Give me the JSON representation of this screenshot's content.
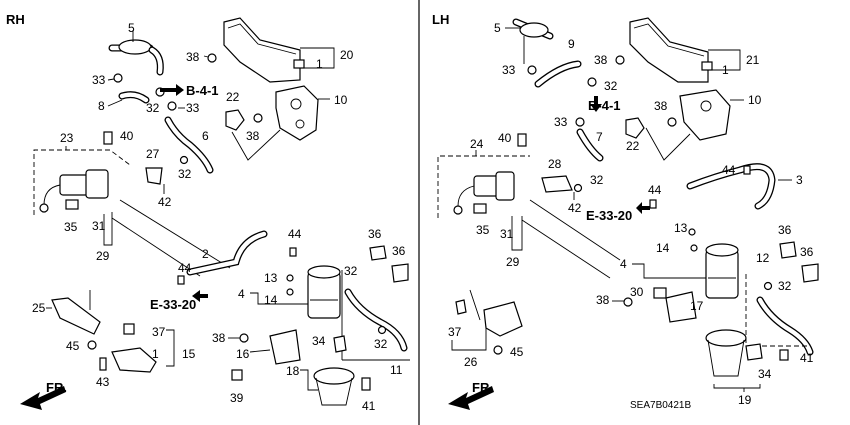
{
  "panels": {
    "rh": {
      "title": "RH"
    },
    "lh": {
      "title": "LH"
    }
  },
  "refs": {
    "b41_rh": "B-4-1",
    "e3320_rh": "E-33-20",
    "b41_lh": "B-4-1",
    "e3320_lh": "E-33-20"
  },
  "front_label": {
    "rh": "FR.",
    "lh": "FR."
  },
  "diagram_code": "SEA7B0421B",
  "callouts_rh": {
    "c5": "5",
    "c38a": "38",
    "c20": "20",
    "c1a": "1",
    "c33a": "33",
    "c33b": "33",
    "c8": "8",
    "c32a": "32",
    "c22": "22",
    "c38b": "38",
    "c10": "10",
    "c6": "6",
    "c23": "23",
    "c40": "40",
    "c27": "27",
    "c32b": "32",
    "c42": "42",
    "c35": "35",
    "c31": "31",
    "c29": "29",
    "c2": "2",
    "c44a": "44",
    "c44b": "44",
    "c36a": "36",
    "c36b": "36",
    "c32c": "32",
    "c4": "4",
    "c13": "13",
    "c14": "14",
    "c25": "25",
    "c37": "37",
    "c1b": "1",
    "c15": "15",
    "c45": "45",
    "c43": "43",
    "c38c": "38",
    "c16": "16",
    "c34": "34",
    "c18": "18",
    "c39": "39",
    "c41": "41",
    "c11": "11",
    "c32d": "32"
  },
  "callouts_lh": {
    "c5": "5",
    "c9": "9",
    "c38a": "38",
    "c21": "21",
    "c1": "1",
    "c33a": "33",
    "c32a": "32",
    "c38b": "38",
    "c10": "10",
    "c33b": "33",
    "c7": "7",
    "c22": "22",
    "c24": "24",
    "c40": "40",
    "c28": "28",
    "c32b": "32",
    "c42": "42",
    "c44a": "44",
    "c3": "3",
    "c44b": "44",
    "c13": "13",
    "c14": "14",
    "c35": "35",
    "c31": "31",
    "c29": "29",
    "c4": "4",
    "c36a": "36",
    "c36b": "36",
    "c12": "12",
    "c32c": "32",
    "c38c": "38",
    "c30": "30",
    "c17": "17",
    "c37": "37",
    "c26": "26",
    "c45": "45",
    "c41": "41",
    "c34": "34",
    "c19": "19"
  }
}
